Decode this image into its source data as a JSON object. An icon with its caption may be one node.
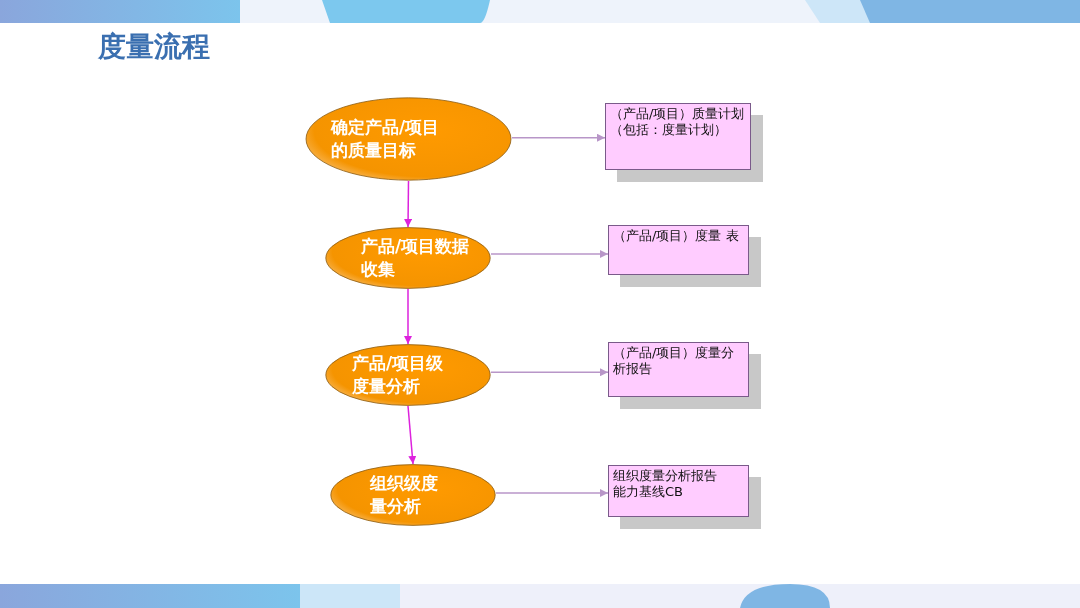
{
  "diagram": {
    "title": "度量流程",
    "nodes": [
      {
        "text": [
          "确定产品/项目的质量目标"
        ]
      },
      {
        "text": [
          "（产品/项目）质量计划",
          "（包括：度量计划）"
        ]
      },
      {
        "text": [
          "产品/项目数据收集"
        ]
      },
      {
        "text": [
          "（产品/项目）度量 表"
        ]
      },
      {
        "text": [
          "产品/项目级度量分析"
        ]
      },
      {
        "text": [
          "（产品/项目）度量分析报告"
        ]
      },
      {
        "text": [
          "组织级度量分析"
        ]
      },
      {
        "text": [
          "组织度量分析报告",
          "能力基线CB"
        ]
      }
    ],
    "edges": [
      {
        "from": 0,
        "to": 1,
        "arrow": "to"
      },
      {
        "from": 0,
        "to": 2,
        "arrow": "to",
        "color": "#dd22dd"
      },
      {
        "from": 2,
        "to": 3,
        "arrow": "to"
      },
      {
        "from": 2,
        "to": 4,
        "arrow": "to",
        "color": "#dd22dd"
      },
      {
        "from": 4,
        "to": 5,
        "arrow": "to"
      },
      {
        "from": 4,
        "to": 6,
        "arrow": "to",
        "color": "#dd22dd"
      },
      {
        "from": 6,
        "to": 7,
        "arrow": "to"
      }
    ]
  }
}
